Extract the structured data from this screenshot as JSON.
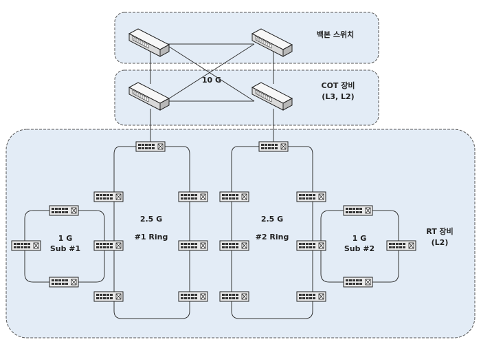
{
  "zones": {
    "backbone": {
      "label": "백본 스위치"
    },
    "cot": {
      "label_line1": "COT 장비",
      "label_line2": "(L3, L2)"
    },
    "rt": {
      "label_line1": "RT 장비",
      "label_line2": "(L2)"
    }
  },
  "links": {
    "backbone_speed": "10 G"
  },
  "rings": {
    "ring1": {
      "speed": "2.5 G",
      "name": "#1 Ring"
    },
    "ring2": {
      "speed": "2.5 G",
      "name": "#2 Ring"
    }
  },
  "subs": {
    "sub1": {
      "speed": "1 G",
      "name": "Sub #1"
    },
    "sub2": {
      "speed": "1 G",
      "name": "Sub #2"
    }
  },
  "colors": {
    "zone_fill": "#e3ecf6",
    "zone_border": "#555555",
    "line": "#333333",
    "switch_body": "#e9e9e9"
  },
  "icons": {
    "core_switch": "rack-switch-icon",
    "access_switch": "access-switch-icon"
  }
}
